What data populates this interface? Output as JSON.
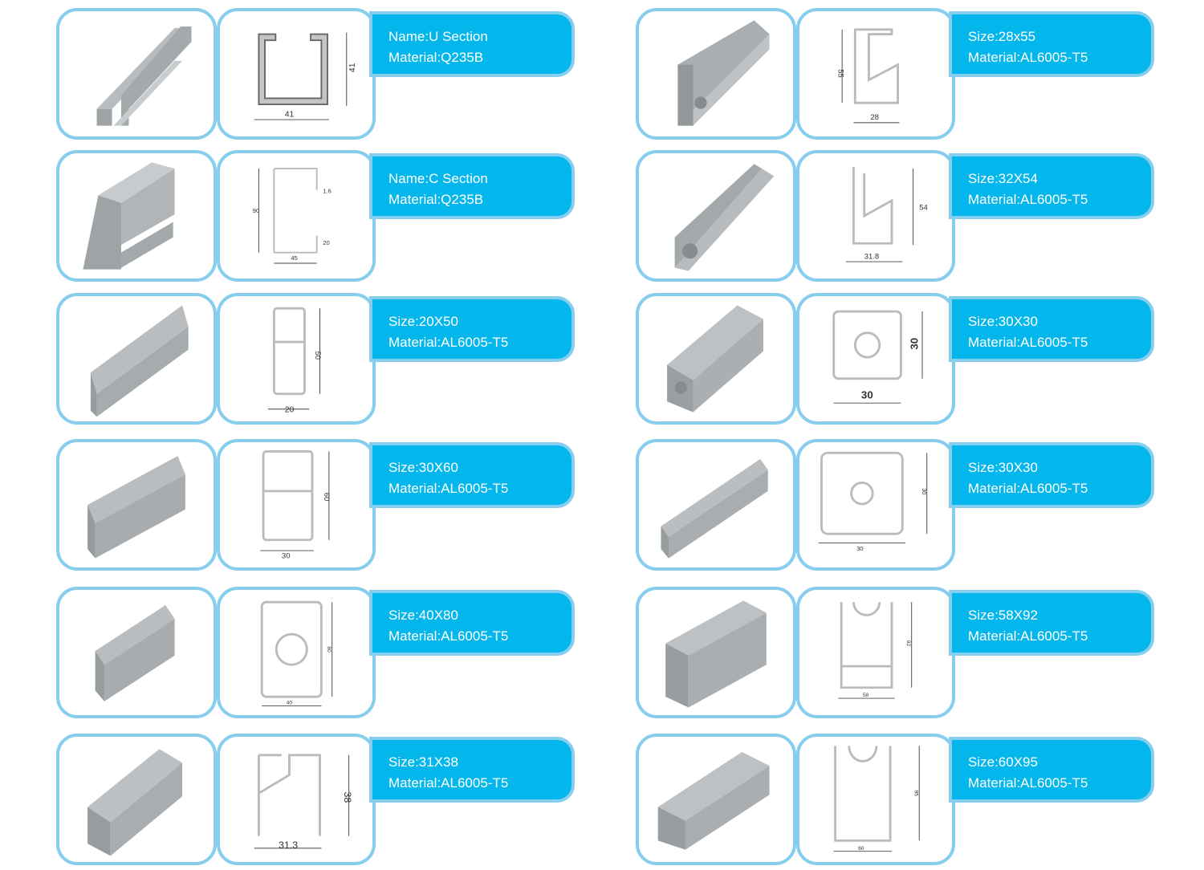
{
  "colors": {
    "tab_fill": "#03b6ec",
    "frame_border": "#86cdee",
    "profile_gray": "#a9aeb2"
  },
  "items": [
    {
      "line1": "Name:U Section",
      "line2": "Material:Q235B",
      "shape": "u-channel",
      "dims": [
        "41",
        "41"
      ]
    },
    {
      "line1": "Size:28x55",
      "line2": "Material:AL6005-T5",
      "shape": "rail-28x55",
      "dims": [
        "55",
        "28"
      ]
    },
    {
      "line1": "Name:C Section",
      "line2": "Material:Q235B",
      "shape": "c-channel",
      "dims": [
        "90",
        "45",
        "20",
        "1.6"
      ]
    },
    {
      "line1": "Size:32X54",
      "line2": "Material:AL6005-T5",
      "shape": "rail-32x54",
      "dims": [
        "54",
        "31.8"
      ]
    },
    {
      "line1": "Size:20X50",
      "line2": "Material:AL6005-T5",
      "shape": "rail-20x50",
      "dims": [
        "50",
        "20"
      ]
    },
    {
      "line1": "Size:30X30",
      "line2": "Material:AL6005-T5",
      "shape": "square-30x30",
      "dims": [
        "30",
        "30"
      ]
    },
    {
      "line1": "Size:30X60",
      "line2": "Material:AL6005-T5",
      "shape": "rail-30x60",
      "dims": [
        "60",
        "30"
      ]
    },
    {
      "line1": "Size:30X30",
      "line2": "Material:AL6005-T5",
      "shape": "cross-30x30",
      "dims": [
        "30",
        "30"
      ]
    },
    {
      "line1": "Size:40X80",
      "line2": "Material:AL6005-T5",
      "shape": "slot-40x80",
      "dims": [
        "80",
        "40"
      ]
    },
    {
      "line1": "Size:58X92",
      "line2": "Material:AL6005-T5",
      "shape": "rail-58x92",
      "dims": [
        "92",
        "58"
      ]
    },
    {
      "line1": "Size:31X38",
      "line2": "Material:AL6005-T5",
      "shape": "rail-31x38",
      "dims": [
        "38",
        "31.3"
      ]
    },
    {
      "line1": "Size:60X95",
      "line2": "Material:AL6005-T5",
      "shape": "rail-60x95",
      "dims": [
        "95",
        "60"
      ]
    }
  ]
}
